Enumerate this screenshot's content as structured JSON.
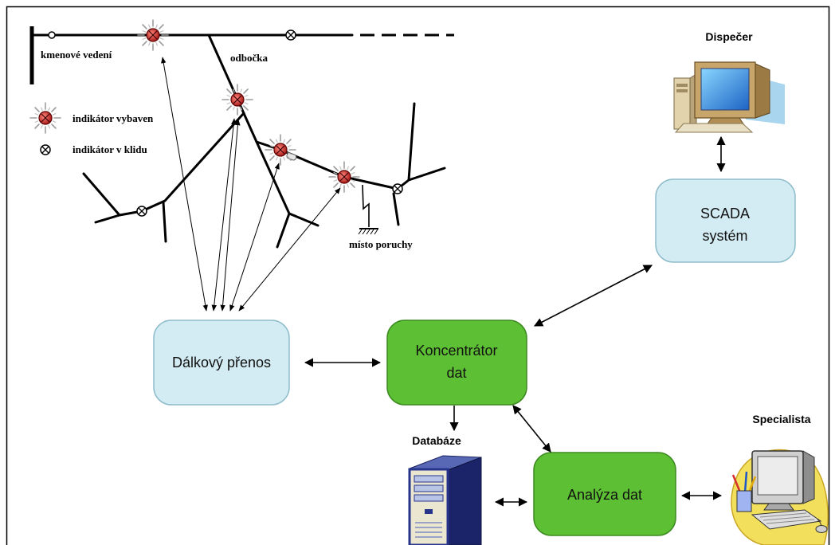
{
  "network": {
    "trunk_label": "kmenové vedení",
    "branch_label": "odbočka",
    "fault_label": "místo poruchy",
    "legend": {
      "active": "indikátor vybaven",
      "rest": "indikátor v klidu"
    }
  },
  "boxes": {
    "remote_transfer": {
      "lines": [
        "Dálkový přenos"
      ]
    },
    "concentrator": {
      "lines": [
        "Koncentrátor",
        "dat"
      ]
    },
    "scada": {
      "lines": [
        "SCADA",
        "systém"
      ]
    },
    "analysis": {
      "lines": [
        "Analýza dat"
      ]
    }
  },
  "actors": {
    "dispatcher": {
      "label": "Dispečer",
      "icon": "desktop-computer-icon"
    },
    "database": {
      "label": "Databáze",
      "icon": "server-tower-icon"
    },
    "specialist": {
      "label": "Specialista",
      "icon": "workstation-icon"
    }
  },
  "colors": {
    "blue_box": "#d3ecf3",
    "green_box": "#5dbf33",
    "indicator_active": "#a51212"
  }
}
